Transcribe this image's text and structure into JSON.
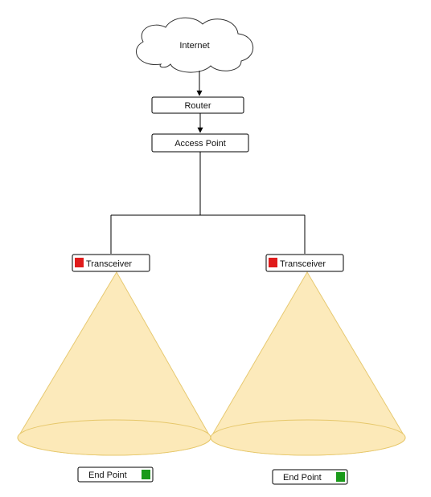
{
  "nodes": {
    "internet": "Internet",
    "router": "Router",
    "access_point": "Access Point",
    "transceiver_left": "Transceiver",
    "transceiver_right": "Transceiver",
    "endpoint_left": "End Point",
    "endpoint_right": "End Point"
  },
  "colors": {
    "line": "#000000",
    "cone_fill": "#fce9b8",
    "cone_stroke": "#e6c76a",
    "transceiver_status": "#e01b1b",
    "endpoint_status": "#1a9a1a"
  }
}
